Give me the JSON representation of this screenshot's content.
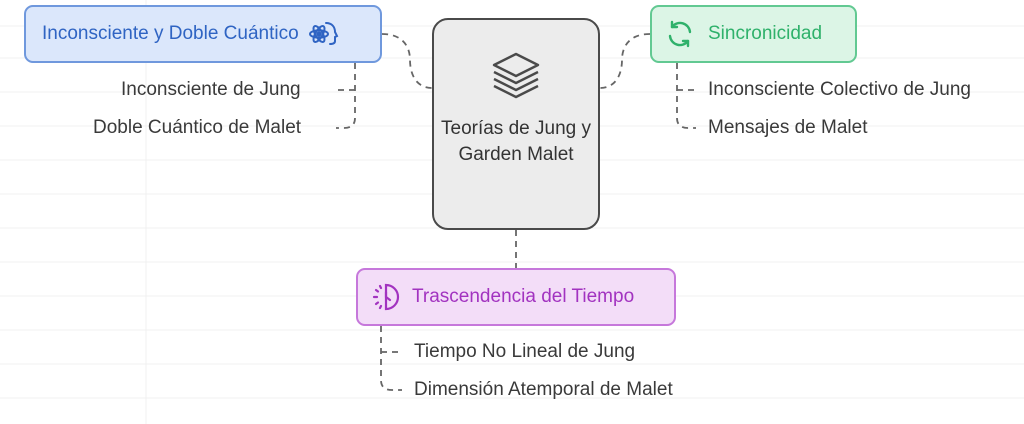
{
  "center": {
    "title": "Teorías de Jung y Garden Malet",
    "icon": "stack-layers-icon"
  },
  "branches": {
    "unconscious": {
      "title": "Inconsciente y Doble Cuántico",
      "icon": "brain-atom-icon",
      "color": "#2f64c3",
      "children": [
        "Inconsciente de Jung",
        "Doble Cuántico de Malet"
      ]
    },
    "synchronicity": {
      "title": "Sincronicidad",
      "icon": "refresh-cycle-icon",
      "color": "#2fb16b",
      "children": [
        "Inconsciente Colectivo de Jung",
        "Mensajes de Malet"
      ]
    },
    "time": {
      "title": "Trascendencia del Tiempo",
      "icon": "half-clock-icon",
      "color": "#a233c0",
      "children": [
        "Tiempo No Lineal de Jung",
        "Dimensión Atemporal de Malet"
      ]
    }
  }
}
